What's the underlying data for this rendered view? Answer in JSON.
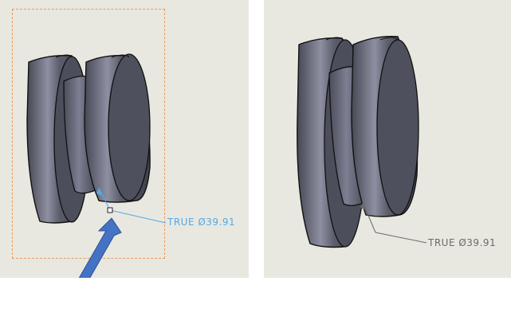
{
  "views": {
    "left": {
      "name": "selected-view",
      "dimension_label": "TRUE Ø39.91",
      "dimension_color": "#52a9e6",
      "selection_box_color": "#e59a5e",
      "arrow_color": "#4472c4"
    },
    "right": {
      "name": "unselected-view",
      "dimension_label": "TRUE Ø39.91",
      "dimension_color": "#6a6a6a"
    }
  },
  "colors": {
    "viewport_background": "#e9e8e0",
    "part_face": "#5b5d6b",
    "part_edge": "#1a1a1a",
    "part_highlight": "#9a9cb0"
  }
}
